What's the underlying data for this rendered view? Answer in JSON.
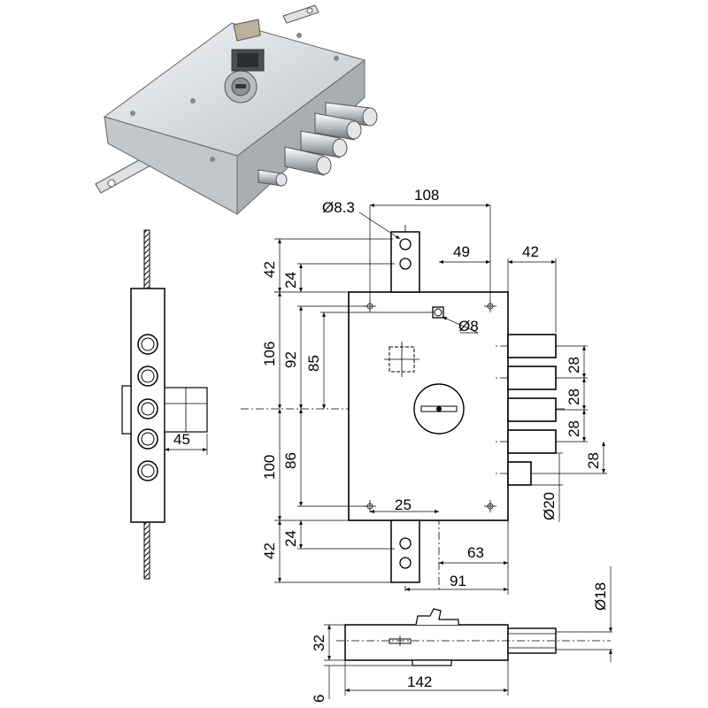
{
  "dimensions": {
    "d108": "108",
    "d8_3": "Ø8.3",
    "d49": "49",
    "d42_right": "42",
    "d42_top": "42",
    "d24_top": "24",
    "d106": "106",
    "d92": "92",
    "d85": "85",
    "d8": "Ø8",
    "d28_a": "28",
    "d28_b": "28",
    "d28_c": "28",
    "d28_d": "28",
    "d100": "100",
    "d86": "86",
    "d20": "Ø20",
    "d25": "25",
    "d42_bottom": "42",
    "d24_bottom": "24",
    "d63": "63",
    "d91": "91",
    "d45": "45",
    "d18": "Ø18",
    "d32": "32",
    "d142": "142",
    "d6": "6"
  },
  "colors": {
    "line": "#000000",
    "metal_light": "#e6e8ea",
    "metal_dark": "#9aa0a6"
  }
}
